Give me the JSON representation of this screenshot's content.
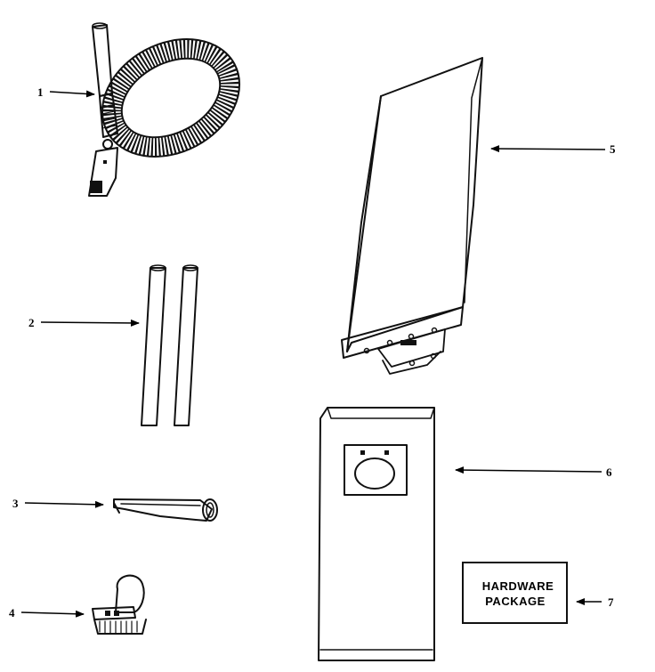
{
  "callouts": [
    {
      "id": "1",
      "label": "1",
      "part": "hose"
    },
    {
      "id": "2",
      "label": "2",
      "part": "extension-wands"
    },
    {
      "id": "3",
      "label": "3",
      "part": "crevice-tool"
    },
    {
      "id": "4",
      "label": "4",
      "part": "dusting-brush"
    },
    {
      "id": "5",
      "label": "5",
      "part": "disposable-bag"
    },
    {
      "id": "6",
      "label": "6",
      "part": "bag-box"
    },
    {
      "id": "7",
      "label": "7",
      "part": "hardware-package"
    }
  ],
  "hardware_package": {
    "line1": "HARDWARE",
    "line2": "PACKAGE"
  }
}
